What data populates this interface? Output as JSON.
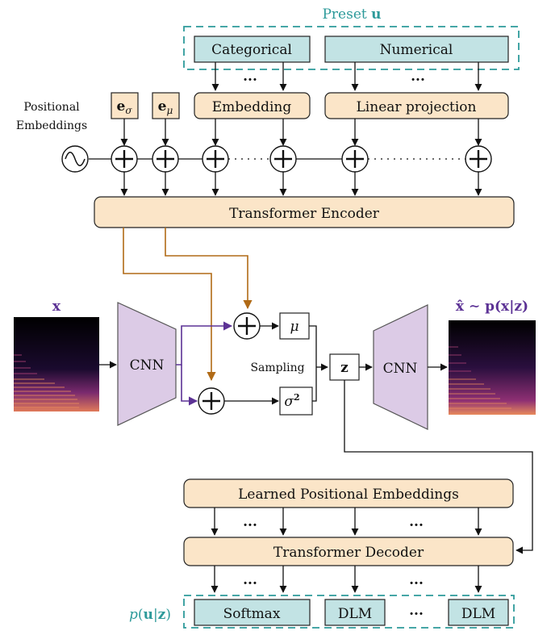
{
  "preset_group": {
    "title": "Preset",
    "symbol": "u"
  },
  "preset_inputs": {
    "categorical": "Categorical",
    "numerical": "Numerical"
  },
  "encoder_inputs": {
    "embedding": "Embedding",
    "linear_projection": "Linear projection",
    "e_sigma": "σ",
    "e_mu": "μ",
    "positional_label_line1": "Positional",
    "positional_label_line2": "Embeddings"
  },
  "transformer_encoder": "Transformer Encoder",
  "vae": {
    "input_label": "x",
    "output_label": "x̂ ∼ p(x|z)",
    "cnn_encoder": "CNN",
    "cnn_decoder": "CNN",
    "mu": "μ",
    "sigma2": "σ",
    "sigma2_exp": "2",
    "sampling": "Sampling",
    "z": "z"
  },
  "learned_positional": "Learned Positional Embeddings",
  "transformer_decoder": "Transformer Decoder",
  "outputs": {
    "group_label": "p(u|z)",
    "softmax": "Softmax",
    "dlm1": "DLM",
    "dlm2": "DLM"
  },
  "ellipsis": "...",
  "colors": {
    "orange_box": "#fbe5c8",
    "teal_box": "#c2e3e4",
    "cnn": "#dccbe6",
    "teal_text": "#2d9a9a",
    "purple": "#5c3295",
    "brown_arrow": "#b06a16"
  }
}
